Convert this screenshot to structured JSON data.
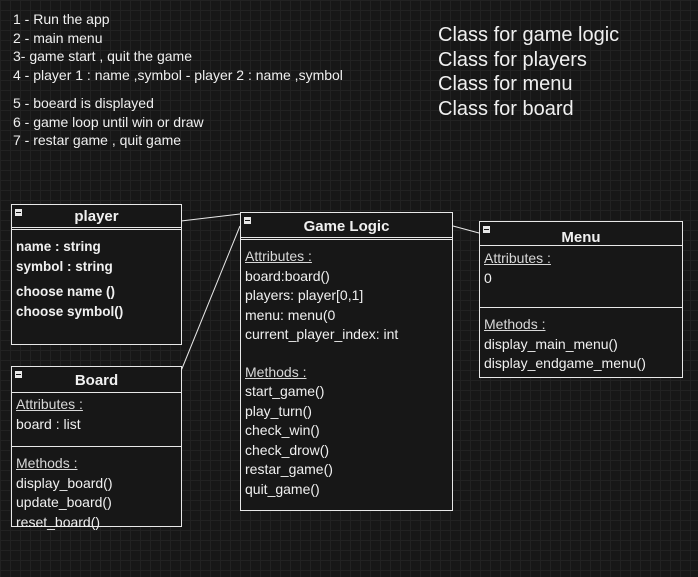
{
  "notes": [
    "1 - Run the app",
    "2 - main menu",
    "3- game start , quit the game",
    "4 - player 1 : name ,symbol - player 2 : name ,symbol",
    "5 - boeard is displayed",
    "6 - game loop until win or draw",
    "7 - restar game , quit game"
  ],
  "class_list": [
    "Class for game logic",
    "Class for players",
    "Class for menu",
    "Class for board"
  ],
  "player": {
    "name": "player",
    "fields": [
      "name : string",
      "symbol : string"
    ],
    "methods": [
      "choose name ()",
      "choose symbol()"
    ]
  },
  "board": {
    "name": "Board",
    "attributes_title": "Attributes :",
    "attributes": [
      "board : list"
    ],
    "methods_title": "Methods :",
    "methods": [
      "display_board()",
      "update_board()",
      "reset_board()"
    ]
  },
  "game_logic": {
    "name": "Game Logic",
    "attributes_title": "Attributes :",
    "attributes": [
      "board:board()",
      "players: player[0,1]",
      "menu: menu(0",
      "current_player_index: int"
    ],
    "methods_title": "Methods :",
    "methods": [
      "start_game()",
      "play_turn()",
      "check_win()",
      "check_drow()",
      "restar_game()",
      "quit_game()"
    ]
  },
  "menu": {
    "name": "Menu",
    "attributes_title": "Attributes :",
    "attributes": [
      "0"
    ],
    "methods_title": "Methods :",
    "methods": [
      "display_main_menu()",
      "display_endgame_menu()"
    ]
  }
}
